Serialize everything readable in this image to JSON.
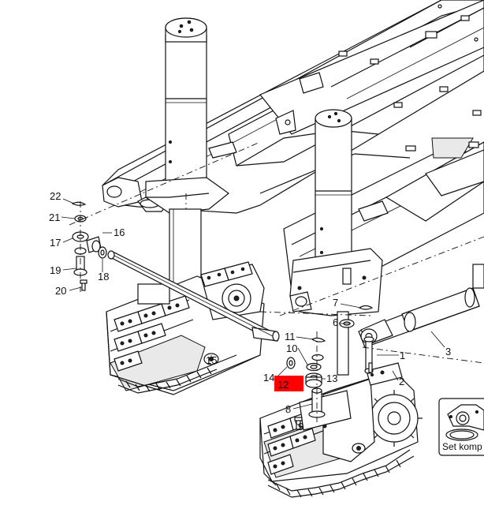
{
  "callouts": [
    {
      "id": "1",
      "label": "1",
      "highlight": false
    },
    {
      "id": "2",
      "label": "2",
      "highlight": false
    },
    {
      "id": "3",
      "label": "3",
      "highlight": false
    },
    {
      "id": "6",
      "label": "6",
      "highlight": false
    },
    {
      "id": "7",
      "label": "7",
      "highlight": false
    },
    {
      "id": "8",
      "label": "8",
      "highlight": false
    },
    {
      "id": "9",
      "label": "9",
      "highlight": false
    },
    {
      "id": "10",
      "label": "10",
      "highlight": false
    },
    {
      "id": "11",
      "label": "11",
      "highlight": false
    },
    {
      "id": "12",
      "label": "12",
      "highlight": true
    },
    {
      "id": "13",
      "label": "13",
      "highlight": false
    },
    {
      "id": "14",
      "label": "14",
      "highlight": false
    },
    {
      "id": "15",
      "label": "15",
      "highlight": false
    },
    {
      "id": "16",
      "label": "16",
      "highlight": false
    },
    {
      "id": "17",
      "label": "17",
      "highlight": false
    },
    {
      "id": "18",
      "label": "18",
      "highlight": false
    },
    {
      "id": "19",
      "label": "19",
      "highlight": false
    },
    {
      "id": "20",
      "label": "20",
      "highlight": false
    },
    {
      "id": "21",
      "label": "21",
      "highlight": false
    },
    {
      "id": "22",
      "label": "22",
      "highlight": false
    }
  ],
  "inset": {
    "text": "Set komp"
  },
  "colors": {
    "highlight": "#ff0000",
    "line": "#111111",
    "background": "#ffffff"
  }
}
